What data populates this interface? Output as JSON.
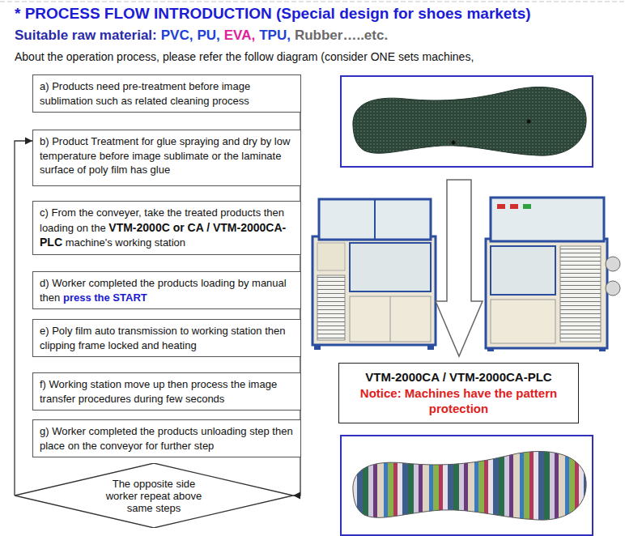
{
  "diagram": {
    "title": "* PROCESS FLOW INTRODUCTION (Special design for shoes markets)",
    "nodes": [
      {
        "text": [
          "a) Products need pre-treatment before image sublimation such as related cleaning process"
        ]
      },
      {
        "text": [
          "b) Product Treatment for glue spraying and dry by low temperature before image sublimate or the laminate surface of poly film has glue"
        ]
      },
      {
        "text": [
          "c) From the conveyer, take the treated products then loading on the",
          "VTM-2000C or CA / VTM-2000CA-PLC",
          "machine's working station"
        ]
      },
      {
        "text": [
          "d) Worker completed the products loading by manual then",
          "press the START"
        ]
      },
      {
        "text": [
          "e) Poly film auto transmission to working station then clipping frame locked and heating"
        ]
      },
      {
        "text": [
          "f) Working station move up then process the image transfer procedures during few seconds"
        ]
      },
      {
        "text": [
          "g) Worker completed the products unloading step then place on the conveyor for further step"
        ]
      },
      {
        "text": [
          "The opposite side worker repeat above same steps"
        ]
      },
      {
        "text": [
          "VTM-2000CA / VTM-2000CA-PLC",
          "Notice: Machines have the pattern protection"
        ]
      }
    ],
    "edges": [
      {
        "from": 0,
        "to": 1,
        "arrow": "none"
      },
      {
        "from": 1,
        "to": 2,
        "arrow": "none"
      },
      {
        "from": 2,
        "to": 3,
        "arrow": "none"
      },
      {
        "from": 3,
        "to": 4,
        "arrow": "none"
      },
      {
        "from": 4,
        "to": 5,
        "arrow": "none"
      },
      {
        "from": 5,
        "to": 6,
        "arrow": "none"
      },
      {
        "from": 6,
        "to": 7,
        "arrow": "to"
      },
      {
        "from": 7,
        "to": 1,
        "arrow": "to"
      }
    ],
    "labels": [
      "Suitable raw material:",
      "PVC,",
      "PU,",
      "EVA,",
      "TPU,",
      "Rubber…..etc.",
      "About the operation process, please refer the follow diagram (consider ONE sets machines,"
    ]
  }
}
